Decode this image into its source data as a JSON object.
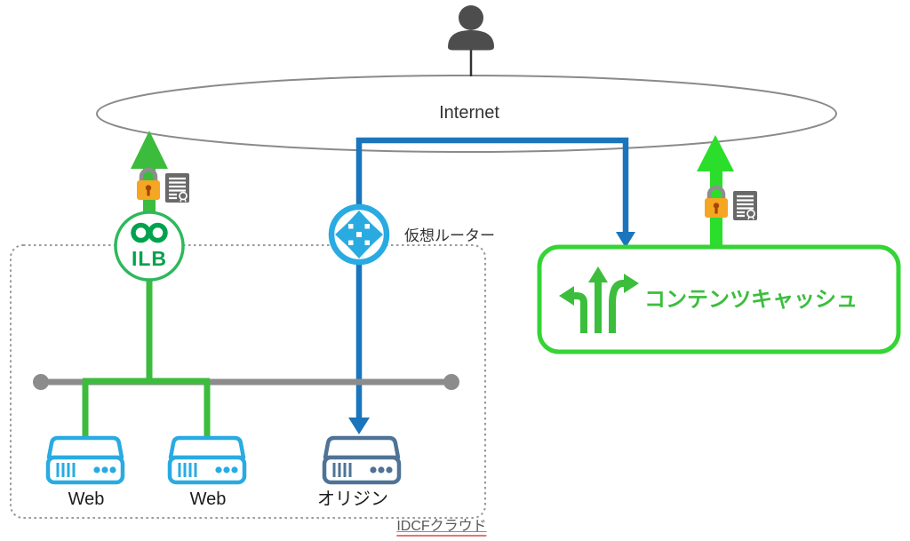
{
  "labels": {
    "internet": "Internet",
    "ilb": "ILB",
    "virtual_router": "仮想ルーター",
    "content_cache": "コンテンツキャッシュ",
    "web_server_1": "Web",
    "web_server_2": "Web",
    "origin_server": "オリジン",
    "cloud_boundary": "IDCFクラウド"
  },
  "icons": {
    "user": "person-silhouette",
    "internet": "gray-ellipse-cloud",
    "ssl_lock": "orange-padlock-with-shackle",
    "certificate": "gray-certificate-document",
    "ilb": "green-infinity-in-circle",
    "virtual_router": "blue-four-way-arrows-in-circle",
    "web_server": "light-blue-server-box",
    "origin_server": "steel-blue-server-box",
    "content_cache": "green-three-way-route-arrows",
    "network_bus": "gray-bus-line-with-end-dots",
    "cloud_boundary": "gray-dotted-rounded-rectangle"
  },
  "colors": {
    "green_medium": "#3CBC3C",
    "green_neon": "#2BDE2B",
    "green_ilb": "#00A24D",
    "green_cache_border": "#35D435",
    "blue_line": "#1B75BC",
    "blue_icon": "#29ABE2",
    "steel_blue": "#4F7396",
    "gray_line": "#8C8C8C",
    "lock_orange": "#F5A623"
  }
}
